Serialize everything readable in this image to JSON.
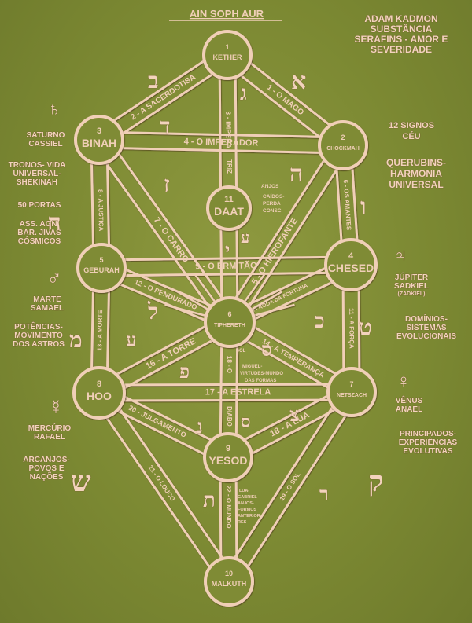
{
  "header": {
    "title": "AIN SOPH AUR"
  },
  "top_right": {
    "lines": [
      "ADAM KADMON",
      "SUBSTÂNCIA",
      "SERAFINS - AMOR E",
      "SEVERIDADE"
    ]
  },
  "sephiroth": [
    {
      "id": "kether",
      "number": "1",
      "name": "KETHER"
    },
    {
      "id": "chockmah",
      "number": "2",
      "name": "CHOCKMAH"
    },
    {
      "id": "binah",
      "number": "3",
      "name": "BINAH"
    },
    {
      "id": "chesed",
      "number": "4",
      "name": "CHESED"
    },
    {
      "id": "geburah",
      "number": "5",
      "name": "GEBURAH"
    },
    {
      "id": "tiphereth",
      "number": "6",
      "name": "TIPHERETH"
    },
    {
      "id": "netszach",
      "number": "7",
      "name": "NETSZACH"
    },
    {
      "id": "hod",
      "number": "8",
      "name": "HOO"
    },
    {
      "id": "yesod",
      "number": "9",
      "name": "YESOD"
    },
    {
      "id": "malkuth",
      "number": "10",
      "name": "MALKUTH"
    },
    {
      "id": "daat",
      "number": "11",
      "name": "DAAT"
    }
  ],
  "paths": [
    {
      "id": "p1",
      "label": "1 - O MAGO"
    },
    {
      "id": "p2",
      "label": "2 - A SACERDOTISA"
    },
    {
      "id": "p3",
      "label": "3 - IMPERA"
    },
    {
      "id": "p4",
      "label": "4 - O IMPERADOR"
    },
    {
      "id": "p5",
      "label": "5 - O HIEROFANTE"
    },
    {
      "id": "p6",
      "label": "6 - OS AMANTES"
    },
    {
      "id": "p7",
      "label": "7 - O CARRO"
    },
    {
      "id": "p8",
      "label": "8 - A JUSTIÇA"
    },
    {
      "id": "p9",
      "label": "9 - O ERMITÃO"
    },
    {
      "id": "p10",
      "label": "10 - RODA DA FORTUNA"
    },
    {
      "id": "p11",
      "label": "11 - A FORÇA"
    },
    {
      "id": "p12",
      "label": "12 - O PENDURADO"
    },
    {
      "id": "p13",
      "label": "13 - A MORTE"
    },
    {
      "id": "p14",
      "label": "14 - A TEMPERANÇA"
    },
    {
      "id": "p15",
      "label": "DIABO"
    },
    {
      "id": "p16",
      "label": "16 - A TORRE"
    },
    {
      "id": "p17",
      "label": "17 - A ESTRELA"
    },
    {
      "id": "p18",
      "label": "18 - A LUA"
    },
    {
      "id": "p19",
      "label": "19 - O SOL"
    },
    {
      "id": "p20",
      "label": "20 - JULGAMENTO"
    },
    {
      "id": "p21",
      "label": "21 - O LOUCO"
    },
    {
      "id": "p22",
      "label": "22 - O MUNDO"
    },
    {
      "id": "triz",
      "label": "TRIZ"
    },
    {
      "id": "p18b",
      "label": "18 - O"
    }
  ],
  "inner_notes": {
    "daat": [
      "ANJOS",
      "CAÍDOS-",
      "PERDA",
      "CONSC."
    ],
    "tiphereth": [
      "MIGUEL-",
      "VIRTUDES-MUNDO",
      "DAS FORMAS"
    ],
    "sol": "SOL",
    "yesod": [
      "LUA-",
      "GABRIEL",
      "ANJOS-",
      "FORMOS",
      "ANTERIOR",
      "RES"
    ]
  },
  "left_notes": {
    "saturn_symbol": "♄",
    "saturn": [
      "SATURNO",
      "CASSIEL"
    ],
    "binah_info": [
      "TRONOS- VIDA",
      "UNIVERSAL-",
      "SHEKINAH"
    ],
    "portas": "50 PORTAS",
    "ass": [
      "ASS. AGN.",
      "BAR. JIVAS",
      "CÓSMICOS"
    ],
    "mars_symbol": "♂",
    "mars": [
      "MARTE",
      "SAMAEL"
    ],
    "potencias": [
      "POTÊNCIAS-",
      "MOVIMENTO",
      "DOS ASTROS"
    ],
    "mercury_symbol": "☿",
    "mercury": [
      "MERCÚRIO",
      "RAFAEL"
    ],
    "arcanjos": [
      "ARCANJOS-",
      "POVOS E",
      "NAÇÕES"
    ]
  },
  "right_notes": {
    "signos": [
      "12 SIGNOS",
      "CÉU"
    ],
    "querubins": [
      "QUERUBINS-",
      "HARMONIA",
      "UNIVERSAL"
    ],
    "jupiter_symbol": "♃",
    "jupiter": [
      "JÚPITER",
      "SADKIEL"
    ],
    "zadkiel": "(ZADKIEL)",
    "dominios": [
      "DOMÍNIOS-",
      "SISTEMAS",
      "EVOLUCIONAIS"
    ],
    "venus_symbol": "♀",
    "venus": [
      "VÊNUS",
      "ANAEL"
    ],
    "principados": [
      "PRINCIPADOS-",
      "EXPERIÊNCIAS",
      "EVOLUTIVAS"
    ]
  },
  "hebrew": {
    "aleph": "א",
    "beth": "ב",
    "gimel": "ג",
    "daleth": "ד",
    "he": "ה",
    "vav": "ו",
    "zayin": "ז",
    "cheth": "ח",
    "teth": "ט",
    "yod": "י",
    "kaph": "כ",
    "lamed": "ל",
    "mem": "מ",
    "nun": "נ",
    "samekh": "ס",
    "ayin": "ע",
    "pe": "פ",
    "tsadi": "צ",
    "qoph": "ק",
    "resh": "ר",
    "shin": "ש",
    "tav": "ת"
  },
  "colors": {
    "copper": "#f0cfb7",
    "board": "#7d8a35",
    "outline": "#5a2f20"
  }
}
